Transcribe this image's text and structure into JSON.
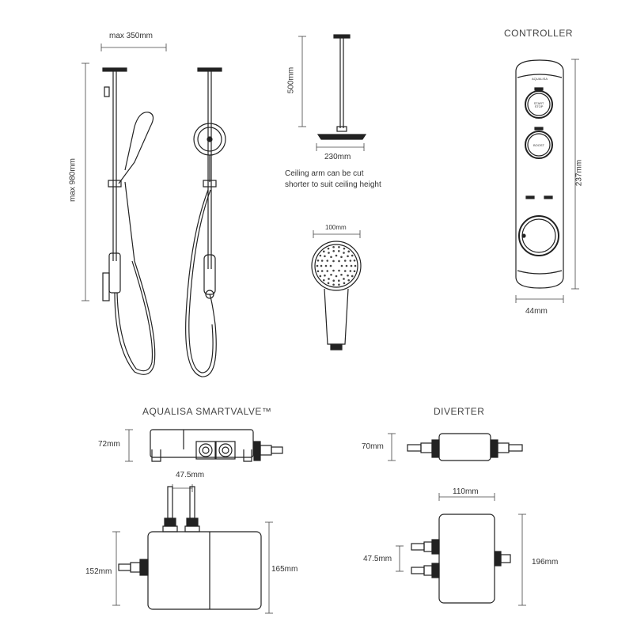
{
  "shower_rail": {
    "width_label": "max 350mm",
    "height_label": "max 980mm"
  },
  "ceiling_arm": {
    "length_label": "500mm",
    "head_width_label": "230mm",
    "caption_line1": "Ceiling arm can be cut",
    "caption_line2": "shorter to suit ceiling height"
  },
  "handset": {
    "width_label": "100mm"
  },
  "controller": {
    "title": "CONTROLLER",
    "brand": "AQUALISA",
    "button1_label": "START STOP",
    "button2_label": "BOOST",
    "height_label": "237mm",
    "width_label": "44mm"
  },
  "smartvalve": {
    "title": "AQUALISA SMARTVALVE™",
    "depth_label": "72mm",
    "inlet_spacing_label": "47.5mm",
    "height_label": "152mm",
    "overall_height_label": "165mm"
  },
  "diverter": {
    "title": "DIVERTER",
    "depth_label": "70mm",
    "width_label": "110mm",
    "inlet_spacing_label": "47.5mm",
    "height_label": "196mm"
  }
}
